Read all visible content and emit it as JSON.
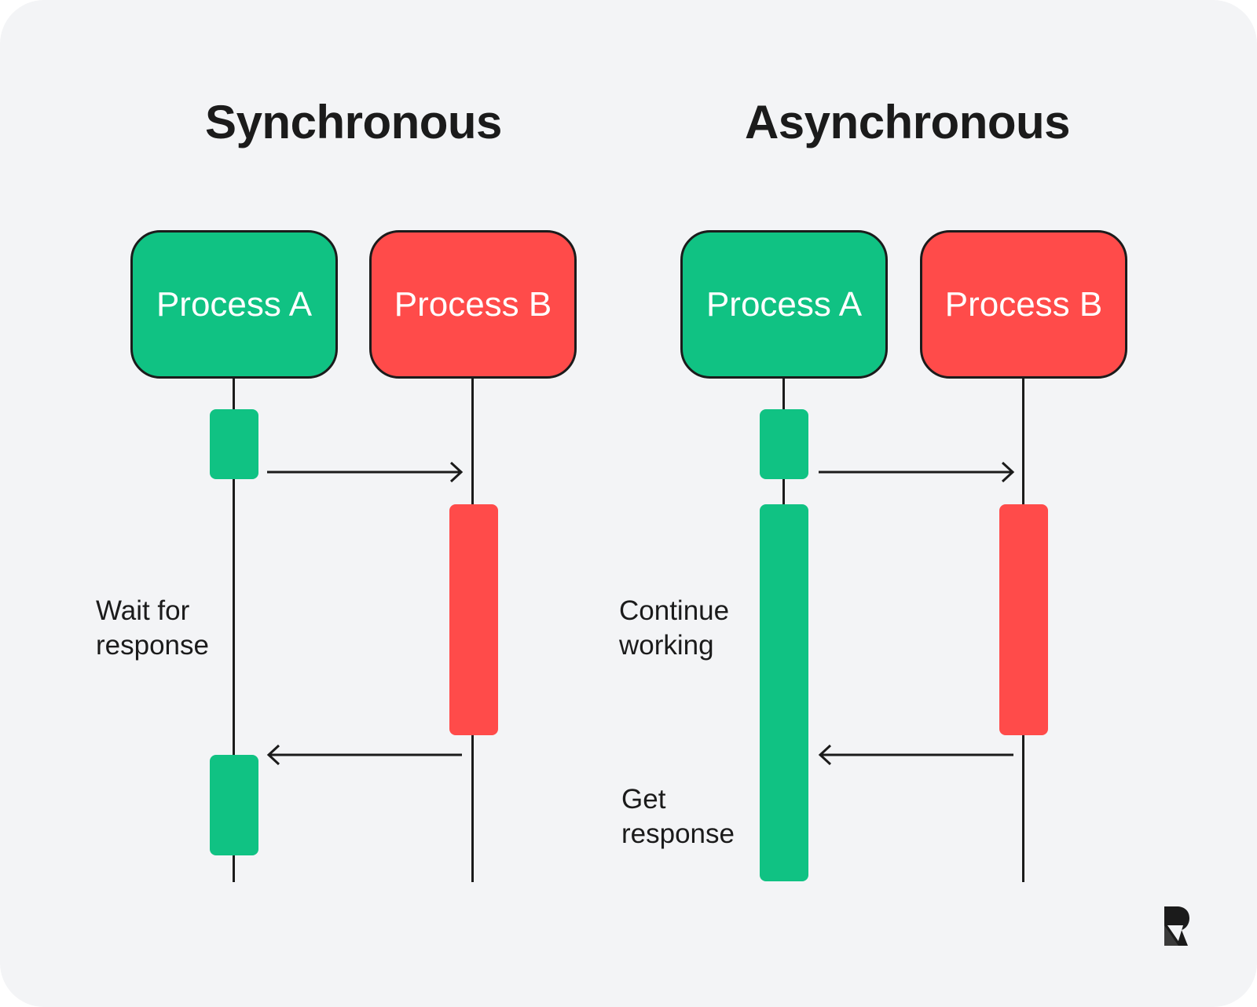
{
  "sync": {
    "title": "Synchronous",
    "process_a": "Process A",
    "process_b": "Process B",
    "note": [
      "Wait for",
      "response"
    ]
  },
  "async": {
    "title": "Asynchronous",
    "process_a": "Process A",
    "process_b": "Process B",
    "note_continue": [
      "Continue",
      "working"
    ],
    "note_response": [
      "Get",
      "response"
    ]
  },
  "colors": {
    "process_a": "#10c283",
    "process_b": "#ff4b4a",
    "ink": "#1b1b1b",
    "background": "#f3f4f6"
  }
}
